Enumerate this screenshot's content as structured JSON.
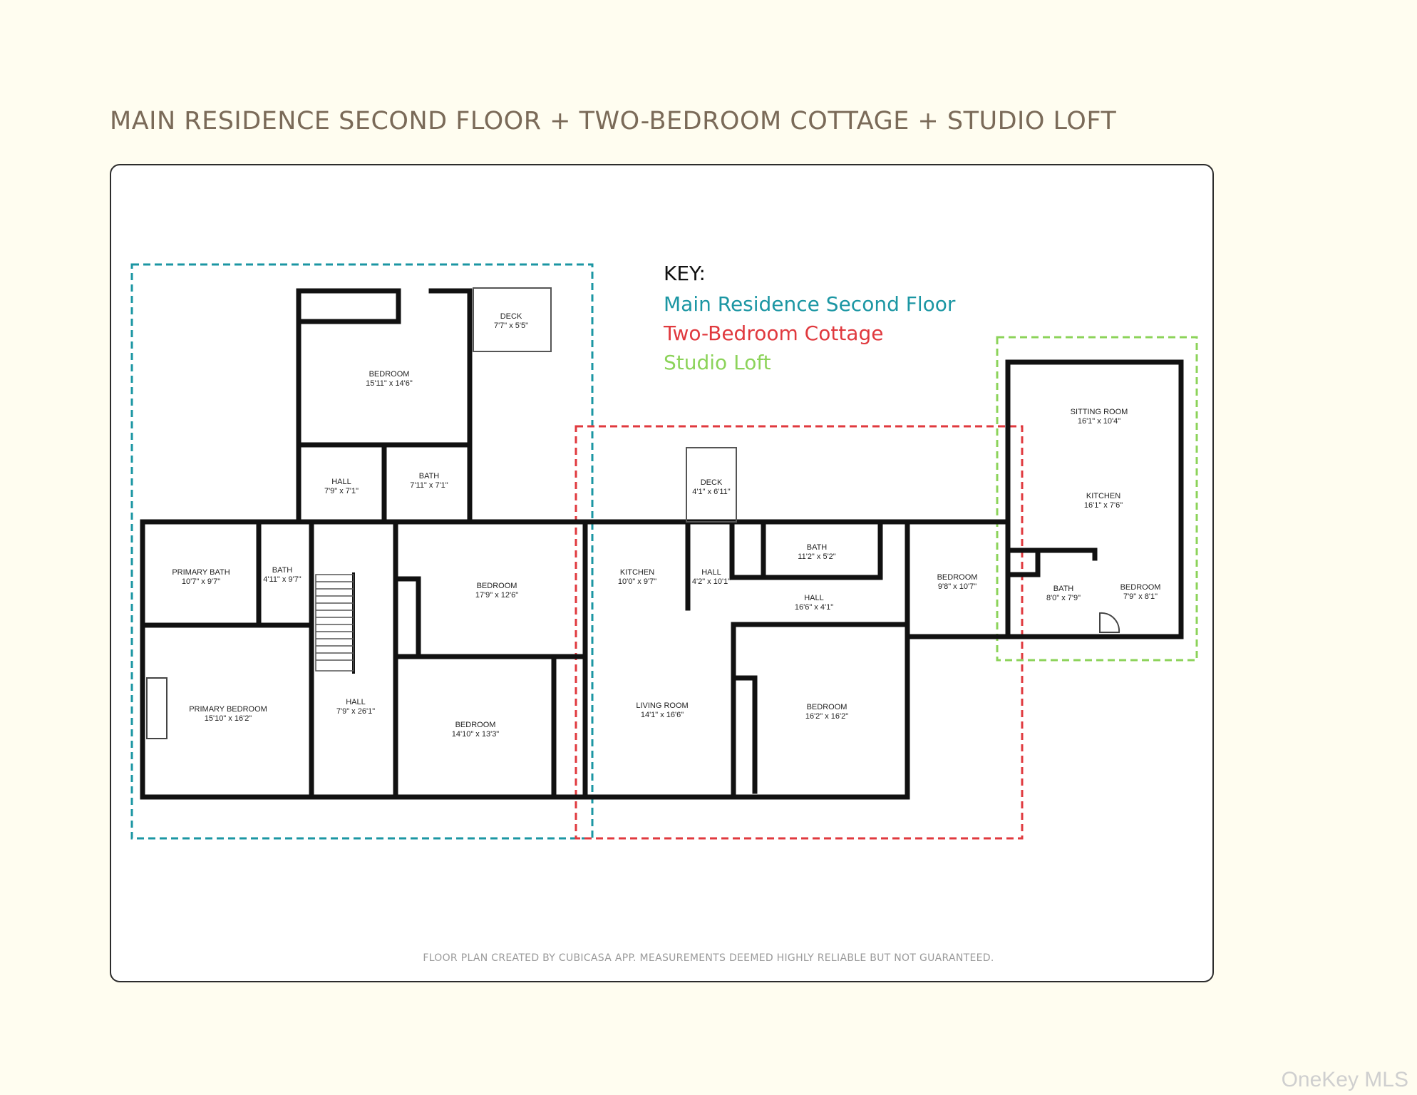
{
  "title": "MAIN RESIDENCE SECOND FLOOR + TWO-BEDROOM COTTAGE + STUDIO LOFT",
  "key": {
    "heading": "KEY:",
    "items": [
      {
        "label": "Main Residence Second Floor",
        "color": "#1b96a3"
      },
      {
        "label": "Two-Bedroom Cottage",
        "color": "#e0393e"
      },
      {
        "label": "Studio Loft",
        "color": "#8cd35a"
      }
    ]
  },
  "rooms": [
    {
      "name": "DECK",
      "dims": "7'7\" x 5'5\""
    },
    {
      "name": "BEDROOM",
      "dims": "15'11\" x 14'6\""
    },
    {
      "name": "HALL",
      "dims": "7'9\" x 7'1\""
    },
    {
      "name": "BATH",
      "dims": "7'11\" x 7'1\""
    },
    {
      "name": "PRIMARY BATH",
      "dims": "10'7\" x 9'7\""
    },
    {
      "name": "BATH",
      "dims": "4'11\" x 9'7\""
    },
    {
      "name": "BEDROOM",
      "dims": "17'9\" x 12'6\""
    },
    {
      "name": "PRIMARY BEDROOM",
      "dims": "15'10\" x 16'2\""
    },
    {
      "name": "HALL",
      "dims": "7'9\" x 26'1\""
    },
    {
      "name": "BEDROOM",
      "dims": "14'10\" x 13'3\""
    },
    {
      "name": "DECK",
      "dims": "4'1\" x 6'11\""
    },
    {
      "name": "KITCHEN",
      "dims": "10'0\" x 9'7\""
    },
    {
      "name": "HALL",
      "dims": "4'2\" x 10'1\""
    },
    {
      "name": "BATH",
      "dims": "11'2\" x 5'2\""
    },
    {
      "name": "HALL",
      "dims": "16'6\" x 4'1\""
    },
    {
      "name": "BEDROOM",
      "dims": "9'8\" x 10'7\""
    },
    {
      "name": "LIVING ROOM",
      "dims": "14'1\" x 16'6\""
    },
    {
      "name": "BEDROOM",
      "dims": "16'2\" x 16'2\""
    },
    {
      "name": "SITTING ROOM",
      "dims": "16'1\" x 10'4\""
    },
    {
      "name": "KITCHEN",
      "dims": "16'1\" x 7'6\""
    },
    {
      "name": "BATH",
      "dims": "8'0\" x 7'9\""
    },
    {
      "name": "BEDROOM",
      "dims": "7'9\" x 8'1\""
    }
  ],
  "footnote": "FLOOR PLAN CREATED BY CUBICASA APP. MEASUREMENTS DEEMED HIGHLY RELIABLE BUT NOT GUARANTEED.",
  "watermark": "OneKey MLS",
  "colors": {
    "wall": "#111111",
    "title": "#7a6a58",
    "background": "#fffdf0"
  }
}
